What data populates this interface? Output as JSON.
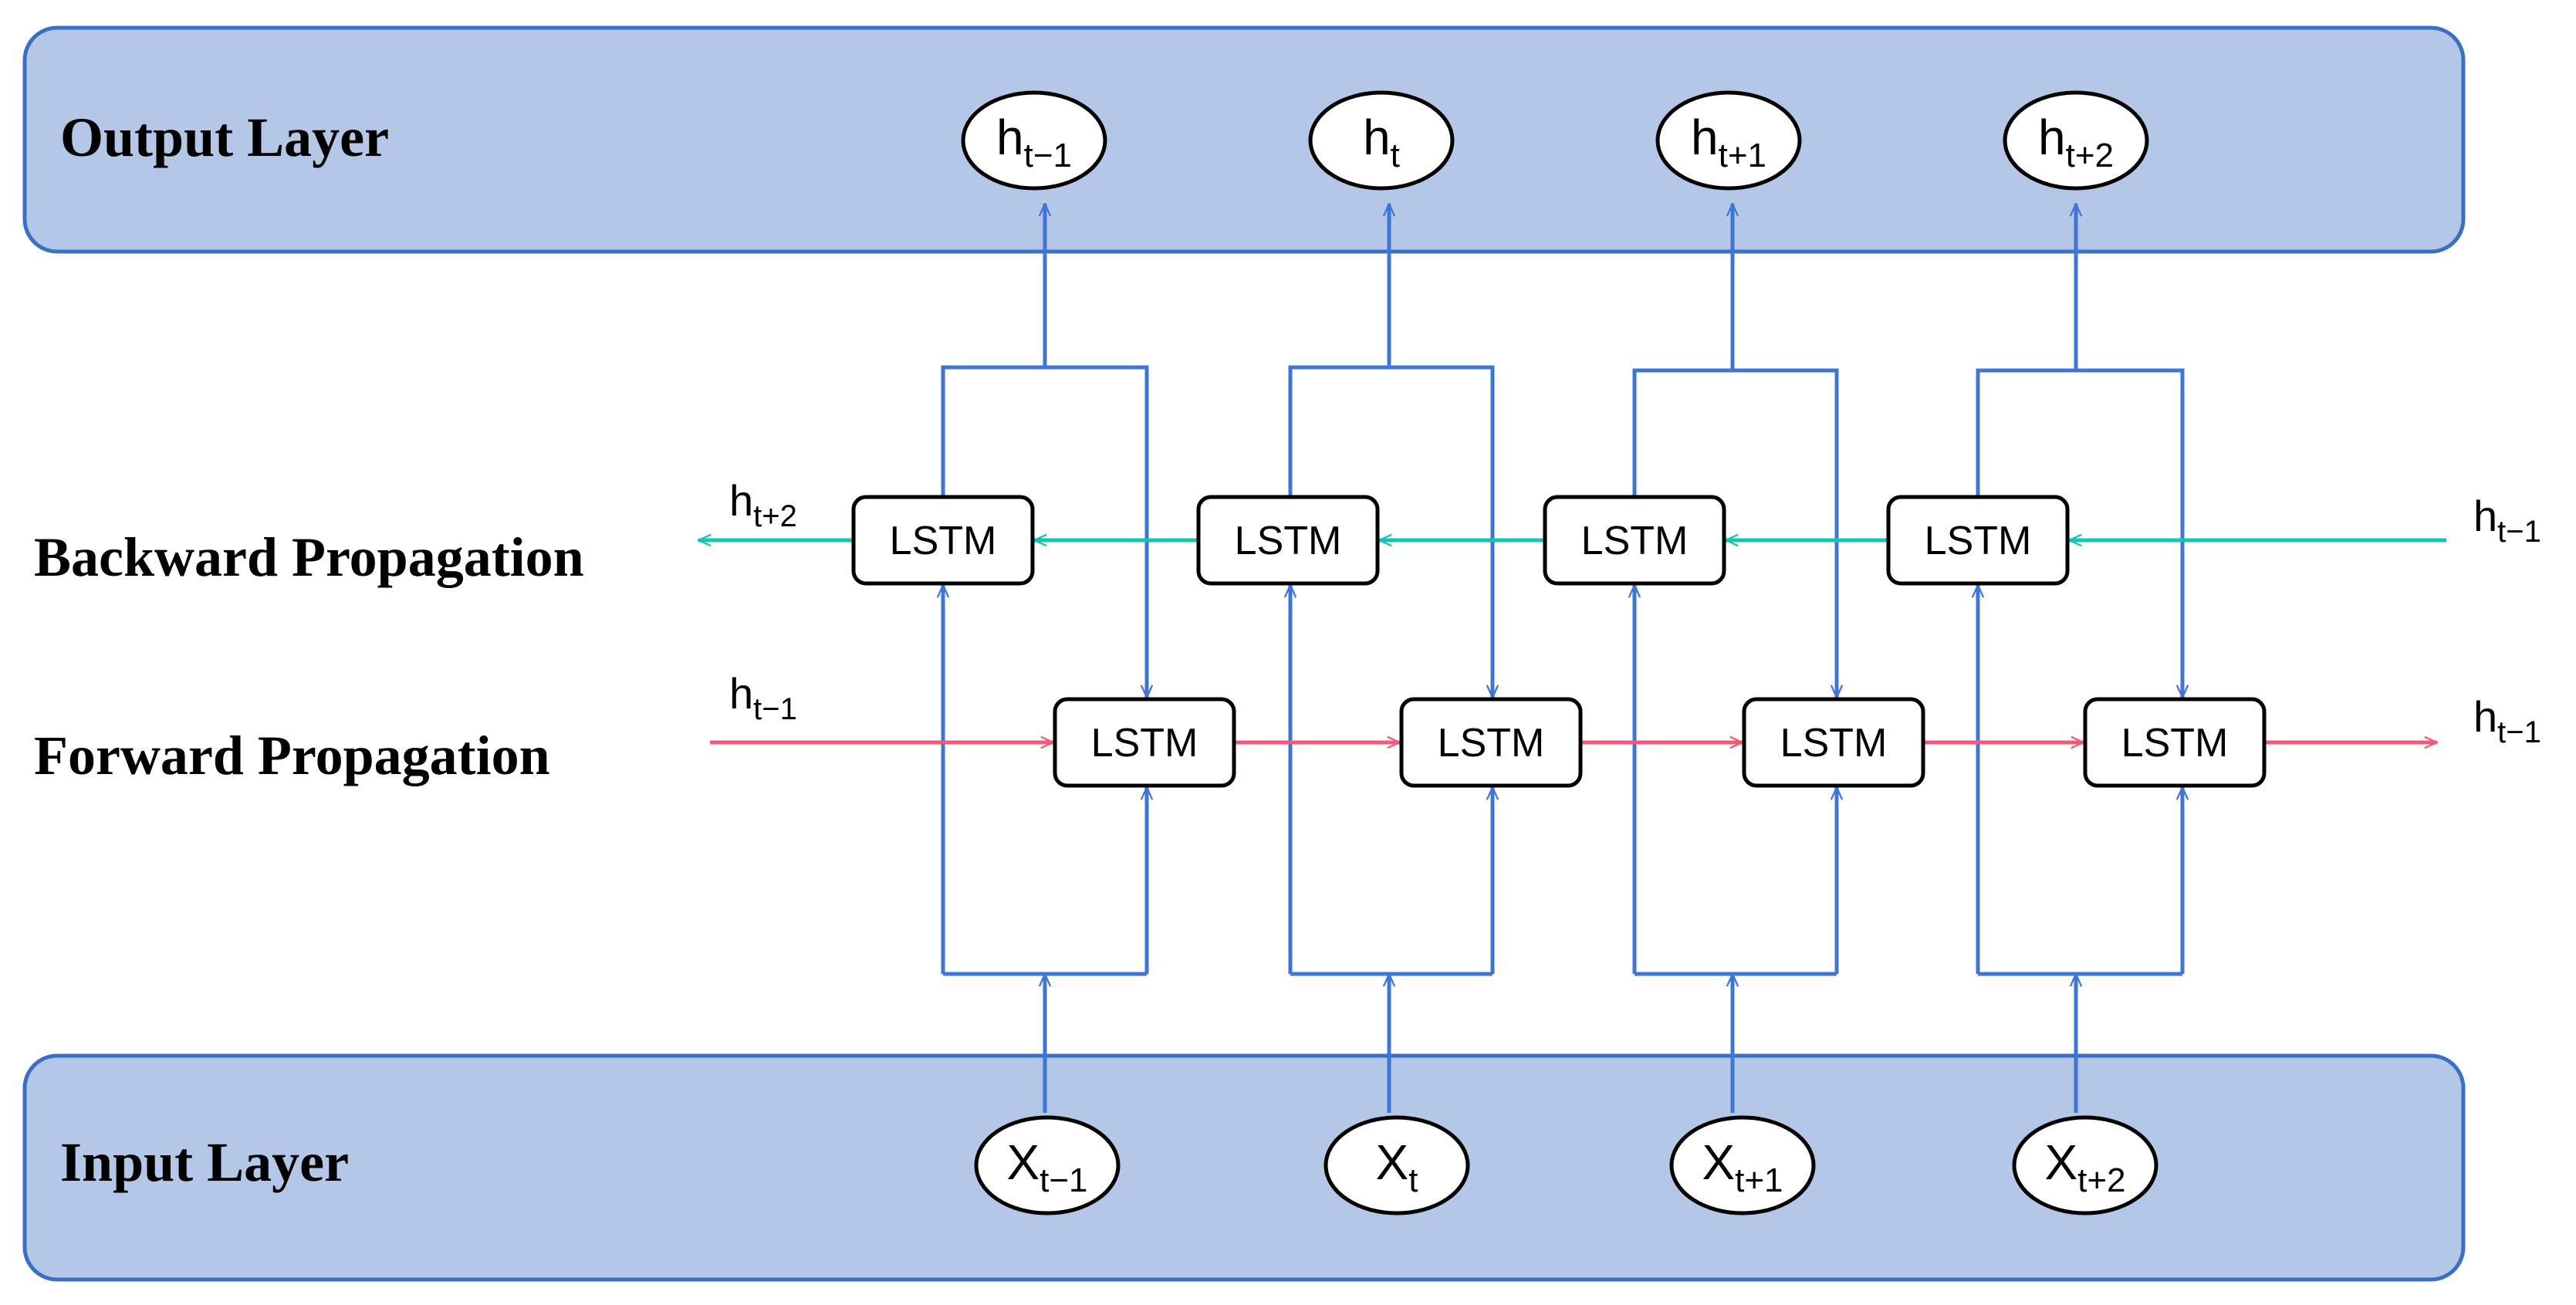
{
  "layers": {
    "output": "Output Layer",
    "input": "Input Layer"
  },
  "propagation": {
    "backward": "Backward Propagation",
    "forward": "Forward Propagation"
  },
  "lstm_label": "LSTM",
  "outputs": [
    {
      "base": "h",
      "sub": "t−1"
    },
    {
      "base": "h",
      "sub": "t"
    },
    {
      "base": "h",
      "sub": "t+1"
    },
    {
      "base": "h",
      "sub": "t+2"
    }
  ],
  "inputs": [
    {
      "base": "X",
      "sub": "t−1"
    },
    {
      "base": "X",
      "sub": "t"
    },
    {
      "base": "X",
      "sub": "t+1"
    },
    {
      "base": "X",
      "sub": "t+2"
    }
  ],
  "edge_labels": {
    "backward_out": {
      "base": "h",
      "sub": "t+2"
    },
    "backward_in": {
      "base": "h",
      "sub": "t−1"
    },
    "forward_in": {
      "base": "h",
      "sub": "t−1"
    },
    "forward_out": {
      "base": "h",
      "sub": "t−1"
    }
  },
  "colors": {
    "layer_fill": "#b4c7e7",
    "layer_stroke": "#3b6fc4",
    "connection": "#3f76d6",
    "forward": "#f05a78",
    "backward": "#17c3b2"
  }
}
